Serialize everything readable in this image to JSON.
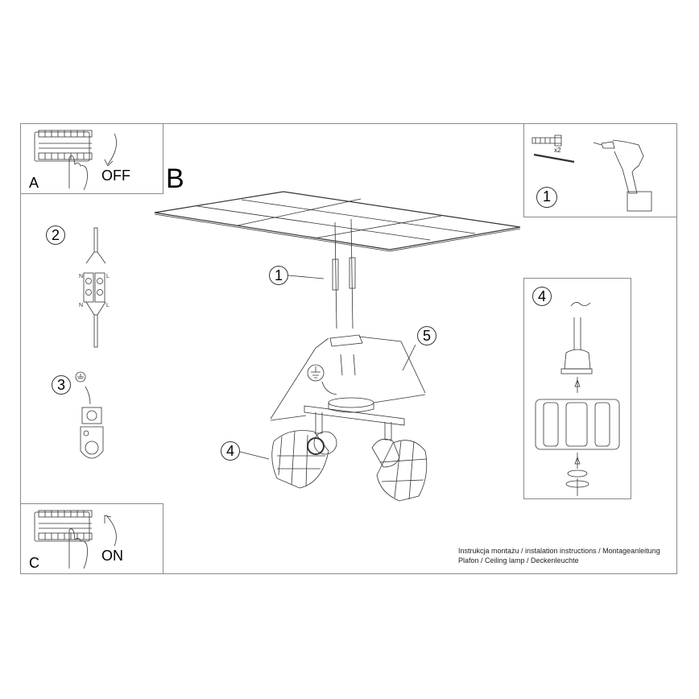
{
  "panels": {
    "A": {
      "letter": "A",
      "action": "OFF"
    },
    "C": {
      "letter": "C",
      "action": "ON"
    },
    "B": {
      "letter": "B"
    },
    "tools": {
      "step": "1",
      "quantity": "x2"
    },
    "cage": {
      "step": "4"
    }
  },
  "steps": {
    "wiring": {
      "step": "2",
      "labels": [
        "N",
        "L",
        "N",
        "L"
      ]
    },
    "earth": {
      "step": "3"
    },
    "main": {
      "anchors": "1",
      "bracket": "5",
      "shade": "4"
    }
  },
  "caption": {
    "line1": "Instrukcja montażu / instalation instructions / Montageanleitung",
    "line2": "Plafon / Ceiling lamp / Deckenleuchte"
  },
  "colors": {
    "line": "#333333",
    "border": "#8a8a8a"
  }
}
